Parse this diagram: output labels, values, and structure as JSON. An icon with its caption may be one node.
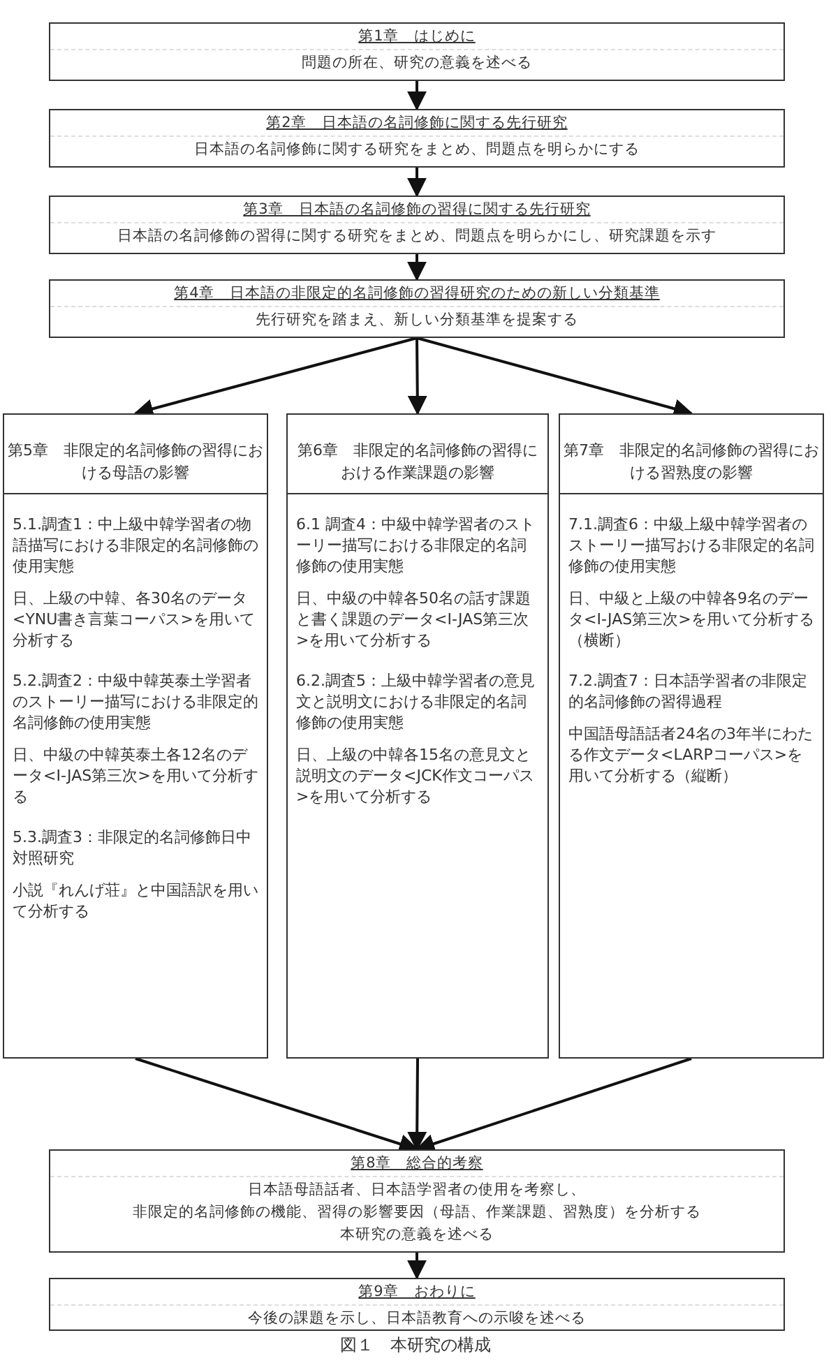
{
  "diagram": {
    "caption": "図１　本研究の構成",
    "nodes": [
      {
        "text": [
          "第1章　はじめに",
          "問題の所在、研究の意義を述べる"
        ]
      },
      {
        "text": [
          "第2章　日本語の名詞修飾に関する先行研究",
          "日本語の名詞修飾に関する研究をまとめ、問題点を明らかにする"
        ]
      },
      {
        "text": [
          "第3章　日本語の名詞修飾の習得に関する先行研究",
          "日本語の名詞修飾の習得に関する研究をまとめ、問題点を明らかにし、研究課題を示す"
        ]
      },
      {
        "text": [
          "第4章　日本語の非限定的名詞修飾の習得研究のための新しい分類基準",
          "先行研究を踏まえ、新しい分類基準を提案する"
        ]
      },
      {
        "text": [
          "第5章　非限定的名詞修飾の習得における母語の影響",
          "5.1.調査1：中上級中韓学習者の物語描写における非限定的名詞修飾の使用実態",
          "日、上級の中韓、各30名のデータ<YNU書き言葉コーパス>を用いて分析する",
          "5.2.調査2：中級中韓英泰土学習者のストーリー描写における非限定的名詞修飾の使用実態",
          "日、中級の中韓英泰土各12名のデータ<I-JAS第三次>を用いて分析する",
          "5.3.調査3：非限定的名詞修飾日中対照研究",
          "小説『れんげ荘』と中国語訳を用いて分析する"
        ]
      },
      {
        "text": [
          "第6章　非限定的名詞修飾の習得における作業課題の影響",
          "6.1 調査4：中級中韓学習者のストーリー描写における非限定的名詞修飾の使用実態",
          "日、中級の中韓各50名の話す課題と書く課題のデータ<I-JAS第三次>を用いて分析する",
          "6.2.調査5：上級中韓学習者の意見文と説明文における非限定的名詞修飾の使用実態",
          "日、上級の中韓各15名の意見文と説明文のデータ<JCK作文コーパス>を用いて分析する"
        ]
      },
      {
        "text": [
          "第7章　非限定的名詞修飾の習得における習熟度の影響",
          "7.1.調査6：中級上級中韓学習者のストーリー描写おける非限定的名詞修飾の使用実態",
          "日、中級と上級の中韓各9名のデータ<I-JAS第三次>を用いて分析する（横断）",
          "7.2.調査7：日本語学習者の非限定的名詞修飾の習得過程",
          "中国語母語話者24名の3年半にわたる作文データ<LARPコーパス>を用いて分析する（縦断）"
        ]
      },
      {
        "text": [
          "第8章　総合的考察",
          "日本語母語話者、日本語学習者の使用を考察し、",
          "非限定的名詞修飾の機能、習得の影響要因（母語、作業課題、習熟度）を分析する",
          "本研究の意義を述べる"
        ]
      },
      {
        "text": [
          "第9章　おわりに",
          "今後の課題を示し、日本語教育への示唆を述べる"
        ]
      }
    ],
    "edges": [
      {
        "from": 0,
        "to": 1,
        "arrow": "to"
      },
      {
        "from": 1,
        "to": 2,
        "arrow": "to"
      },
      {
        "from": 2,
        "to": 3,
        "arrow": "to"
      },
      {
        "from": 3,
        "to": 4,
        "arrow": "to"
      },
      {
        "from": 3,
        "to": 5,
        "arrow": "to"
      },
      {
        "from": 3,
        "to": 6,
        "arrow": "to"
      },
      {
        "from": 4,
        "to": 7,
        "arrow": "to"
      },
      {
        "from": 5,
        "to": 7,
        "arrow": "to"
      },
      {
        "from": 6,
        "to": 7,
        "arrow": "to"
      },
      {
        "from": 7,
        "to": 8,
        "arrow": "to"
      }
    ]
  }
}
